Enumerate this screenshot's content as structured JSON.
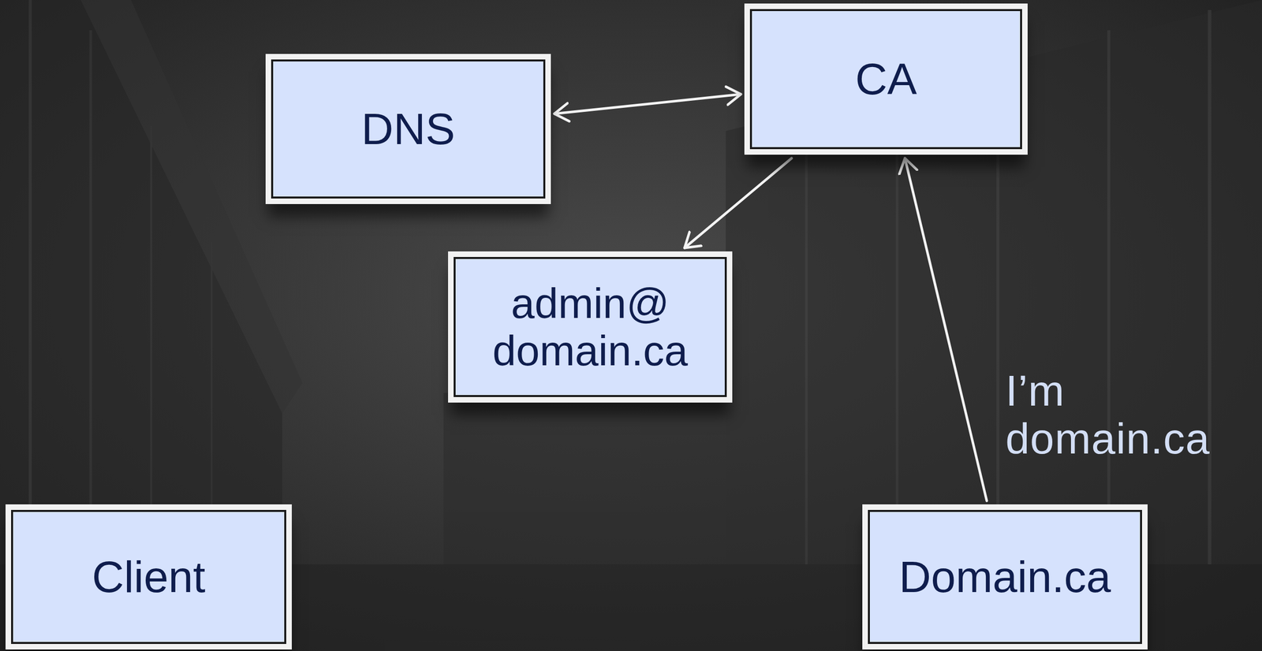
{
  "diagram": {
    "nodes": [
      {
        "text": [
          "DNS"
        ]
      },
      {
        "text": [
          "CA"
        ]
      },
      {
        "text": [
          "admin@ domain.ca"
        ]
      },
      {
        "text": [
          "Client"
        ]
      },
      {
        "text": [
          "Domain.ca"
        ]
      }
    ],
    "edges": [
      {
        "from": 0,
        "to": 1,
        "arrow": "both"
      },
      {
        "from": 1,
        "to": 2,
        "arrow": "to"
      },
      {
        "from": 4,
        "to": 1,
        "label": "I’m domain.ca",
        "arrow": "to"
      }
    ]
  }
}
